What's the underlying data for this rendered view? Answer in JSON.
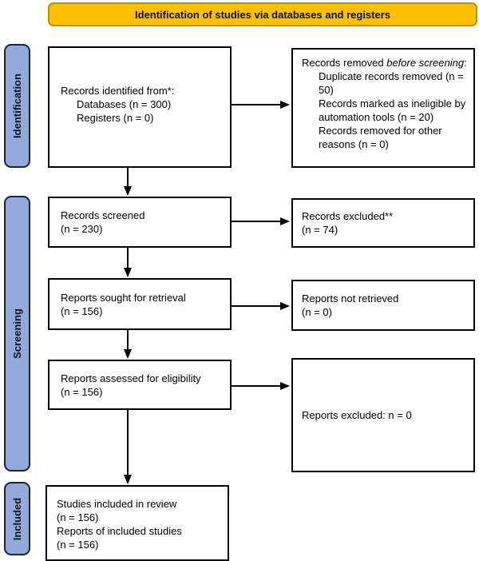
{
  "banner": {
    "title": "Identification of studies via databases and registers"
  },
  "sidebar": {
    "stages": [
      {
        "label": "Identification"
      },
      {
        "label": "Screening"
      },
      {
        "label": "Included"
      }
    ]
  },
  "boxes": {
    "identified": {
      "heading": "Records identified from*:",
      "items": [
        "Databases (n = 300)",
        "Registers (n = 0)"
      ]
    },
    "removed": {
      "prefix": "Records removed ",
      "italic": "before screening",
      "suffix": ":",
      "items": [
        "Duplicate records removed (n = 50)",
        "Records marked as ineligible by automation tools (n = 20)",
        "Records removed for other reasons (n = 0)"
      ]
    },
    "screened": {
      "title": "Records screened",
      "count": "(n = 230)"
    },
    "records_excluded": {
      "title": "Records excluded**",
      "count": "(n = 74)"
    },
    "sought": {
      "title": "Reports sought for retrieval",
      "count": "(n = 156)"
    },
    "not_retrieved": {
      "title": "Reports not retrieved",
      "count": "(n = 0)"
    },
    "assessed": {
      "title": "Reports assessed for eligibility",
      "count": "(n = 156)"
    },
    "reports_excluded": {
      "text": "Reports excluded: n = 0"
    },
    "included": {
      "lines": [
        "Studies included in review",
        "(n = 156)",
        "Reports of included studies",
        "(n = 156)"
      ]
    }
  },
  "colors": {
    "banner_fill": "#FFC000",
    "banner_border": "#BF9000",
    "stage_fill": "#92A9DB",
    "stage_border": "#16243E",
    "box_border": "#000000",
    "arrow": "#000000",
    "text": "#000000"
  }
}
